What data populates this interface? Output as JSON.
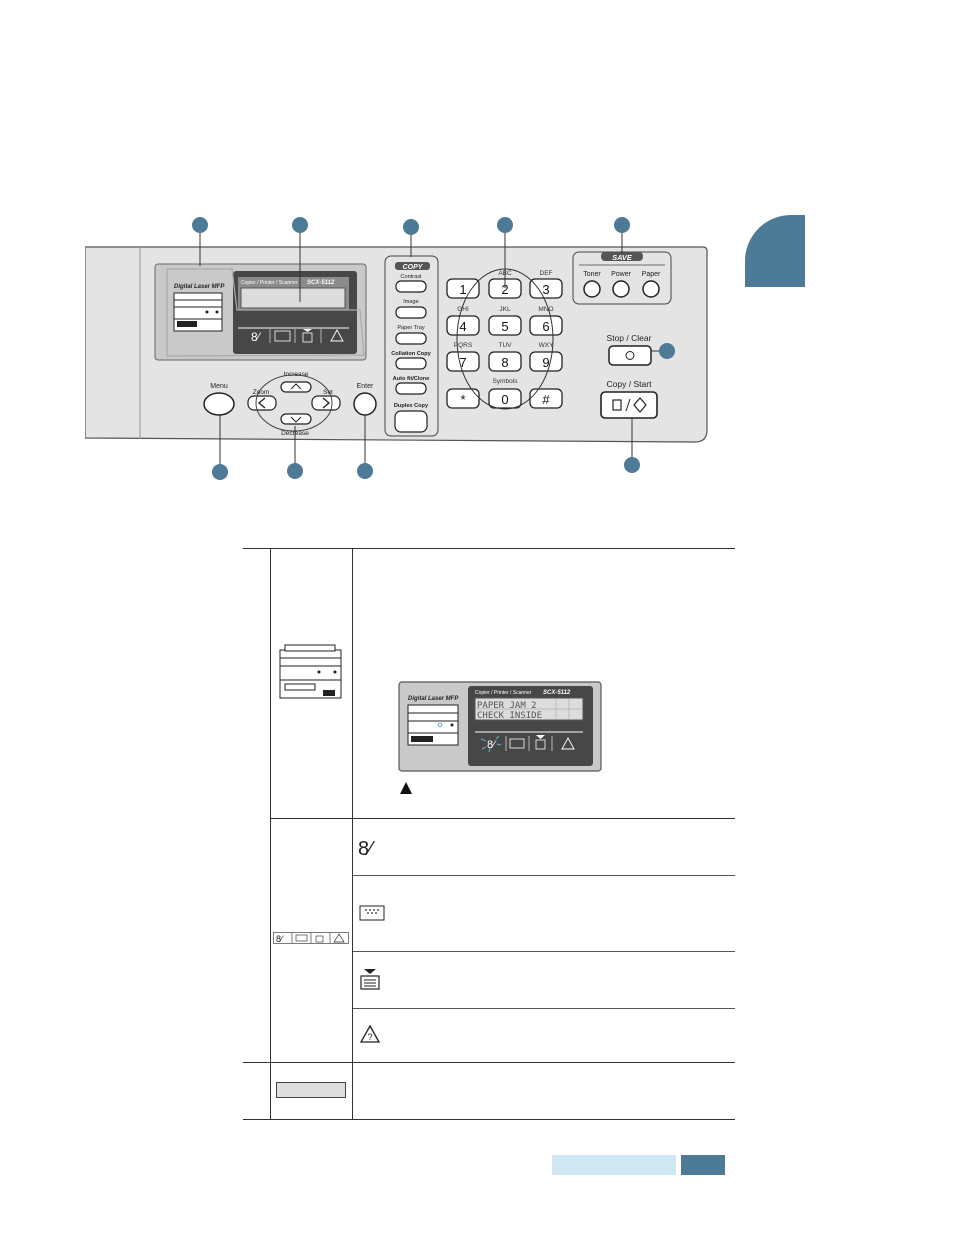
{
  "panel": {
    "display": {
      "logo": "Digital Laser MFP",
      "subtitle": "Copier / Printer / Scanner",
      "model": "SCX-5112"
    },
    "copy_group": {
      "header": "COPY",
      "buttons": [
        "Contrast",
        "Image",
        "Paper Tray",
        "Collation Copy",
        "Auto fit/Clone",
        "Duplex Copy"
      ]
    },
    "save_group": {
      "header": "SAVE",
      "buttons": [
        "Toner",
        "Power",
        "Paper"
      ]
    },
    "keypad": {
      "keys": [
        {
          "digit": "1",
          "letters": ""
        },
        {
          "digit": "2",
          "letters": "ABC"
        },
        {
          "digit": "3",
          "letters": "DEF"
        },
        {
          "digit": "4",
          "letters": "GHI"
        },
        {
          "digit": "5",
          "letters": "JKL"
        },
        {
          "digit": "6",
          "letters": "MNO"
        },
        {
          "digit": "7",
          "letters": "PQRS"
        },
        {
          "digit": "8",
          "letters": "TUV"
        },
        {
          "digit": "9",
          "letters": "WXY"
        },
        {
          "digit": "*",
          "letters": ""
        },
        {
          "digit": "0",
          "letters": "Symbols"
        },
        {
          "digit": "#",
          "letters": ""
        }
      ]
    },
    "nav": {
      "menu": "Menu",
      "increase": "Increase",
      "zoom": "Zoom",
      "set": "Set",
      "decrease": "Decrease",
      "enter": "Enter"
    },
    "stop_clear": "Stop / Clear",
    "copy_start": "Copy / Start"
  },
  "table": {
    "lcd_example": {
      "logo": "Digital Laser MFP",
      "subtitle": "Copier / Printer / Scanner",
      "model": "SCX-5112",
      "line1": "PAPER JAM 2",
      "line2": "CHECK INSIDE"
    },
    "status_icons": [
      "paper-jam-icon",
      "toner-icon",
      "paper-empty-icon",
      "error-icon"
    ]
  },
  "colors": {
    "accent": "#4d7a96",
    "footer_light": "#cfe7f3",
    "panel_gray": "#e3e3e3",
    "display_dark": "#4a4a4a"
  }
}
